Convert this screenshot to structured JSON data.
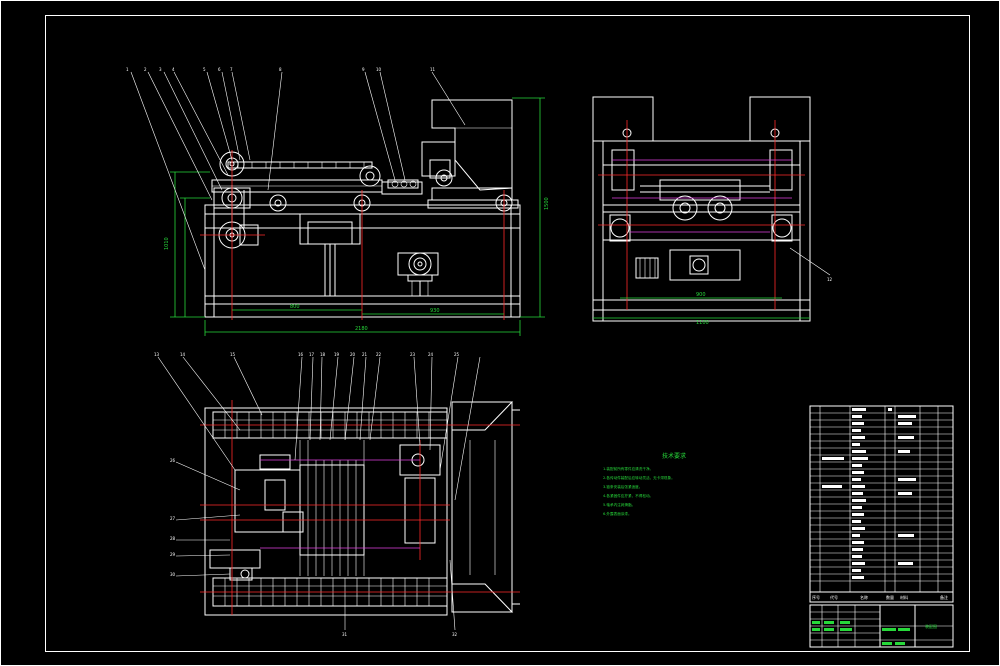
{
  "drawing": {
    "background": "#000000",
    "line_color": "#ffffff",
    "dimension_color": "#27d83a",
    "centerline_color": "#ff2a2a"
  },
  "technical_notes": {
    "title": "技术要求",
    "lines": [
      "1.装配前所有零件应清洗干净。",
      "2.各传动件装配后应转动灵活，无卡滞现象。",
      "3.链条安装后张紧适度。",
      "4.各紧固件应拧紧，不得松动。",
      "5.轴承内注润滑脂。",
      "6.外露表面涂漆。"
    ]
  },
  "balloons": {
    "front_view": [
      "1",
      "2",
      "3",
      "4",
      "5",
      "6",
      "7",
      "8",
      "9",
      "10",
      "11"
    ],
    "side_view": [
      "12"
    ],
    "plan_view_top": [
      "13",
      "14",
      "15",
      "16",
      "17",
      "18",
      "19",
      "20",
      "21",
      "22",
      "23",
      "24",
      "25"
    ],
    "plan_view_left": [
      "26",
      "27",
      "28",
      "29",
      "30"
    ],
    "plan_view_bottom": [
      "31",
      "32"
    ]
  },
  "title_block": {
    "drawing_name": "装配图",
    "header_cells": [
      "序号",
      "代号",
      "名称",
      "数量",
      "材料",
      "备注"
    ]
  }
}
